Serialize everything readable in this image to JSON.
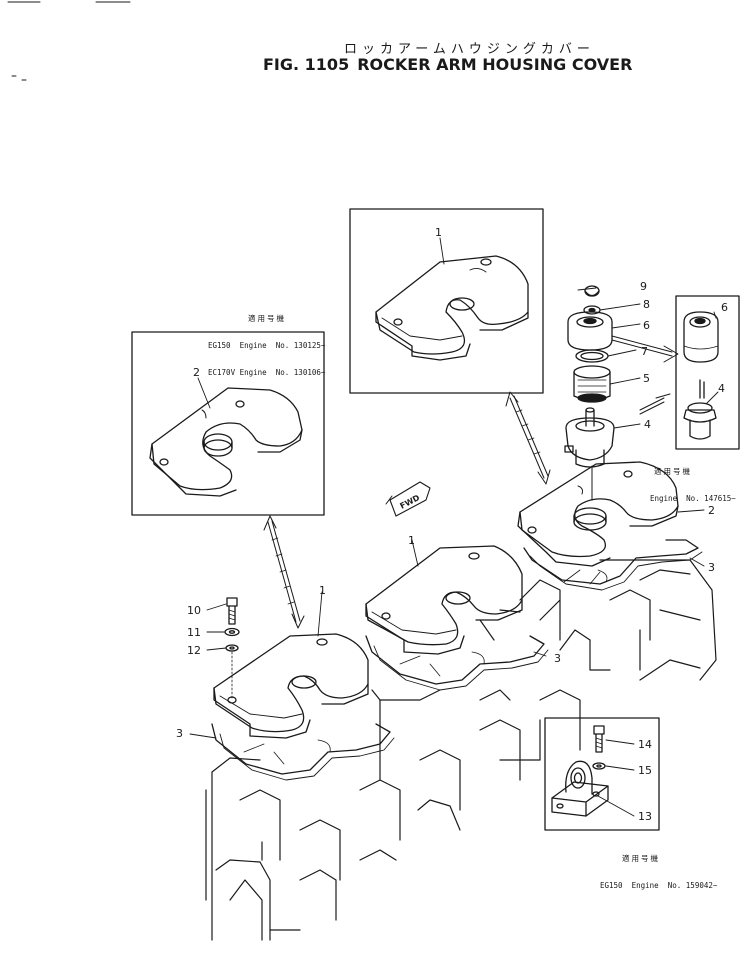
{
  "header": {
    "title_jp": "ロッカアームハウジングカバー",
    "fig_number": "FIG. 1105",
    "title": "ROCKER ARM HOUSING COVER"
  },
  "notes": [
    {
      "heading": "適用号機",
      "lines": [
        "EG150  Engine  No. 130125~",
        "EC170V Engine  No. 130106~"
      ]
    },
    {
      "heading": "適用号機",
      "lines": [
        "Engine  No. 147615~"
      ]
    },
    {
      "heading": "適用号機",
      "lines": [
        "EG150  Engine  No. 159042~"
      ]
    }
  ],
  "direction_label": "FWD",
  "callouts": [
    "1",
    "1",
    "1",
    "2",
    "2",
    "3",
    "3",
    "3",
    "4",
    "4",
    "5",
    "6",
    "6",
    "7",
    "8",
    "9",
    "10",
    "11",
    "12",
    "13",
    "14",
    "15"
  ]
}
